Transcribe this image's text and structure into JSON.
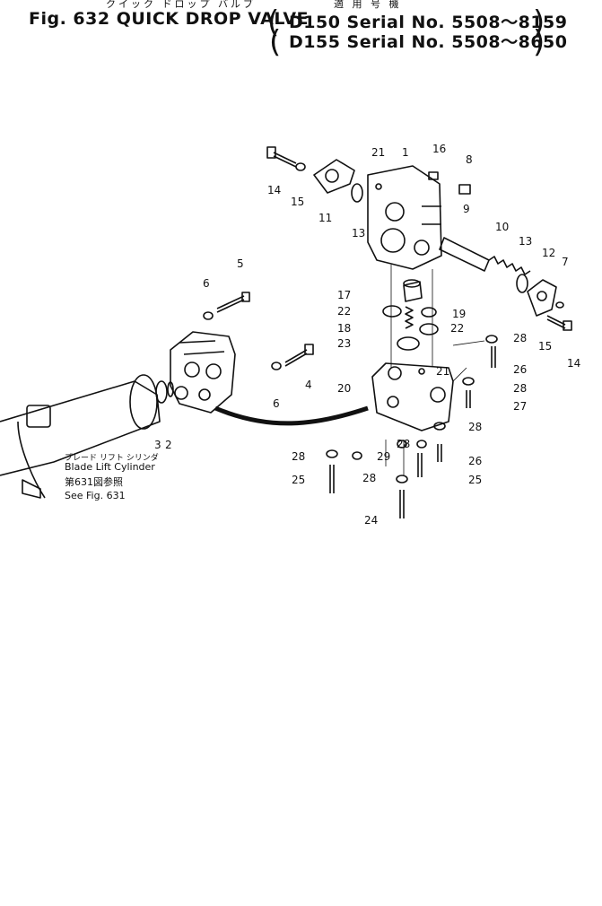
{
  "header": {
    "jp_title": "クイック ドロップ バルブ",
    "jp_applicable": "適 用 号 機",
    "fig_title": "Fig. 632 QUICK DROP VALVE",
    "serial_line_1": "D150 Serial No. 5508～8159",
    "serial_line_2": "D155 Serial No. 5508～8650"
  },
  "cylinder": {
    "label_jp": "ブレード リフト シリンダ",
    "label_en": "Blade Lift Cylinder",
    "ref_jp": "第631図参照",
    "ref_en": "See Fig. 631"
  },
  "callouts": [
    "1",
    "2",
    "3",
    "4",
    "5",
    "6",
    "6",
    "7",
    "8",
    "9",
    "10",
    "11",
    "12",
    "13",
    "13",
    "14",
    "14",
    "15",
    "15",
    "16",
    "17",
    "18",
    "19",
    "20",
    "21",
    "21",
    "22",
    "22",
    "23",
    "24",
    "25",
    "25",
    "26",
    "26",
    "27",
    "28",
    "28",
    "28",
    "28",
    "28",
    "28",
    "29"
  ]
}
